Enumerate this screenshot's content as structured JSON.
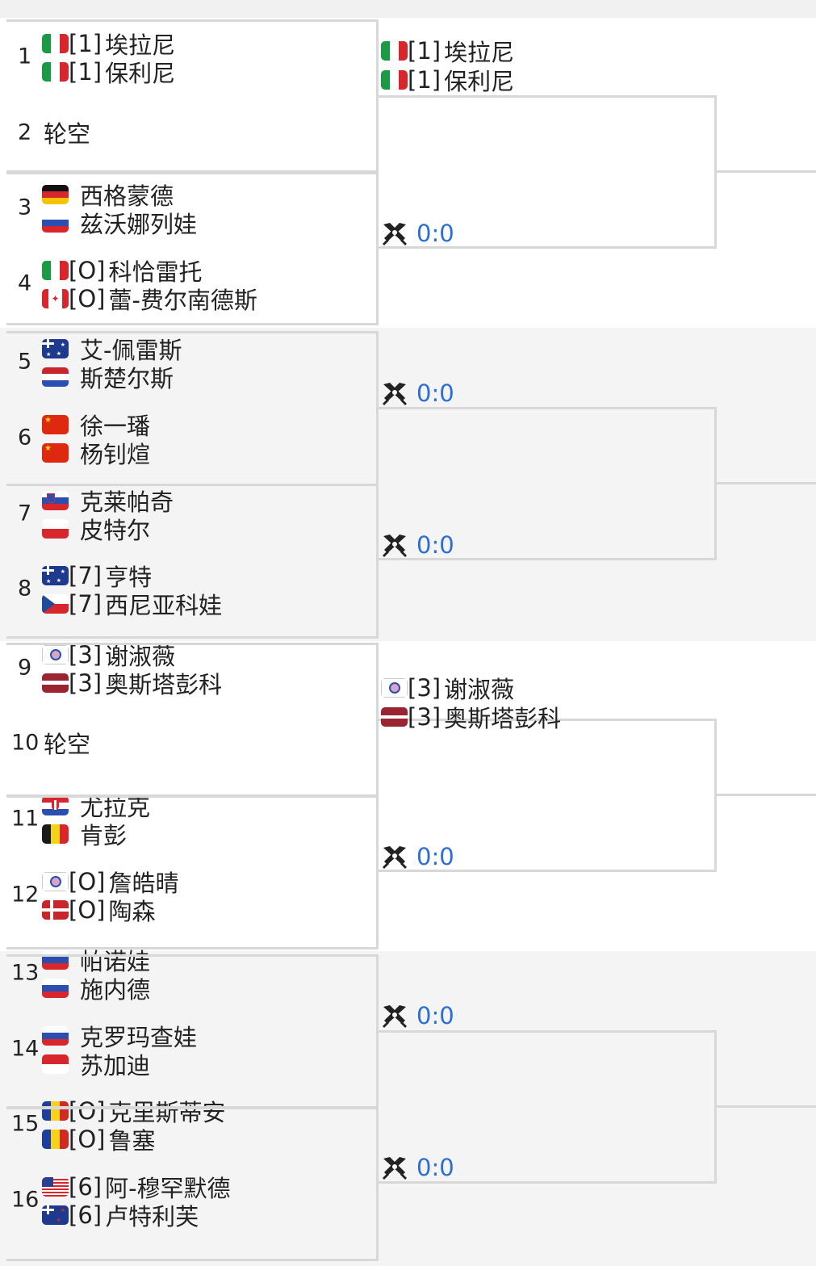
{
  "slots": [
    {
      "num": "1",
      "players": [
        {
          "flag": "it",
          "seed": "[1]",
          "name": "埃拉尼"
        },
        {
          "flag": "it",
          "seed": "[1]",
          "name": "保利尼"
        }
      ]
    },
    {
      "num": "2",
      "bye": "轮空"
    },
    {
      "num": "3",
      "players": [
        {
          "flag": "de",
          "seed": "",
          "name": "西格蒙德"
        },
        {
          "flag": "ru",
          "seed": "",
          "name": "兹沃娜列娃"
        }
      ]
    },
    {
      "num": "4",
      "players": [
        {
          "flag": "it",
          "seed": "[O]",
          "name": "科恰雷托"
        },
        {
          "flag": "ca",
          "seed": "[O]",
          "name": "蕾-费尔南德斯"
        }
      ]
    },
    {
      "num": "5",
      "players": [
        {
          "flag": "au",
          "seed": "",
          "name": "艾-佩雷斯"
        },
        {
          "flag": "nl",
          "seed": "",
          "name": "斯楚尔斯"
        }
      ]
    },
    {
      "num": "6",
      "players": [
        {
          "flag": "cn",
          "seed": "",
          "name": "徐一璠"
        },
        {
          "flag": "cn",
          "seed": "",
          "name": "杨钊煊"
        }
      ]
    },
    {
      "num": "7",
      "players": [
        {
          "flag": "si",
          "seed": "",
          "name": "克莱帕奇"
        },
        {
          "flag": "pl",
          "seed": "",
          "name": "皮特尔"
        }
      ]
    },
    {
      "num": "8",
      "players": [
        {
          "flag": "au",
          "seed": "[7]",
          "name": "亨特"
        },
        {
          "flag": "cz",
          "seed": "[7]",
          "name": "西尼亚科娃"
        }
      ]
    },
    {
      "num": "9",
      "players": [
        {
          "flag": "tpe",
          "seed": "[3]",
          "name": "谢淑薇"
        },
        {
          "flag": "lv",
          "seed": "[3]",
          "name": "奥斯塔彭科"
        }
      ]
    },
    {
      "num": "10",
      "bye": "轮空"
    },
    {
      "num": "11",
      "players": [
        {
          "flag": "hr",
          "seed": "",
          "name": "尤拉克"
        },
        {
          "flag": "be",
          "seed": "",
          "name": "肯彭"
        }
      ]
    },
    {
      "num": "12",
      "players": [
        {
          "flag": "tpe",
          "seed": "[O]",
          "name": "詹皓晴"
        },
        {
          "flag": "dk",
          "seed": "[O]",
          "name": "陶森"
        }
      ]
    },
    {
      "num": "13",
      "players": [
        {
          "flag": "ru",
          "seed": "",
          "name": "帕诺娃"
        },
        {
          "flag": "ru",
          "seed": "",
          "name": "施内德"
        }
      ]
    },
    {
      "num": "14",
      "players": [
        {
          "flag": "ru",
          "seed": "",
          "name": "克罗玛查娃"
        },
        {
          "flag": "id",
          "seed": "",
          "name": "苏加迪"
        }
      ]
    },
    {
      "num": "15",
      "players": [
        {
          "flag": "ro",
          "seed": "[O]",
          "name": "克里斯蒂安"
        },
        {
          "flag": "ro",
          "seed": "[O]",
          "name": "鲁塞"
        }
      ]
    },
    {
      "num": "16",
      "players": [
        {
          "flag": "us",
          "seed": "[6]",
          "name": "阿-穆罕默德"
        },
        {
          "flag": "nz",
          "seed": "[6]",
          "name": "卢特利芙"
        }
      ]
    }
  ],
  "round2": [
    {
      "players": [
        {
          "flag": "it",
          "seed": "[1]",
          "name": "埃拉尼"
        },
        {
          "flag": "it",
          "seed": "[1]",
          "name": "保利尼"
        }
      ]
    },
    {
      "score": "0:0"
    },
    {
      "score": "0:0"
    },
    {
      "score": "0:0"
    },
    {
      "players": [
        {
          "flag": "tpe",
          "seed": "[3]",
          "name": "谢淑薇"
        },
        {
          "flag": "lv",
          "seed": "[3]",
          "name": "奥斯塔彭科"
        }
      ]
    },
    {
      "score": "0:0"
    },
    {
      "score": "0:0"
    },
    {
      "score": "0:0"
    }
  ],
  "icons": {
    "vs": "crossed-rackets-icon"
  },
  "colors": {
    "score": "#2b6fd6",
    "border": "#d8d8d8"
  }
}
